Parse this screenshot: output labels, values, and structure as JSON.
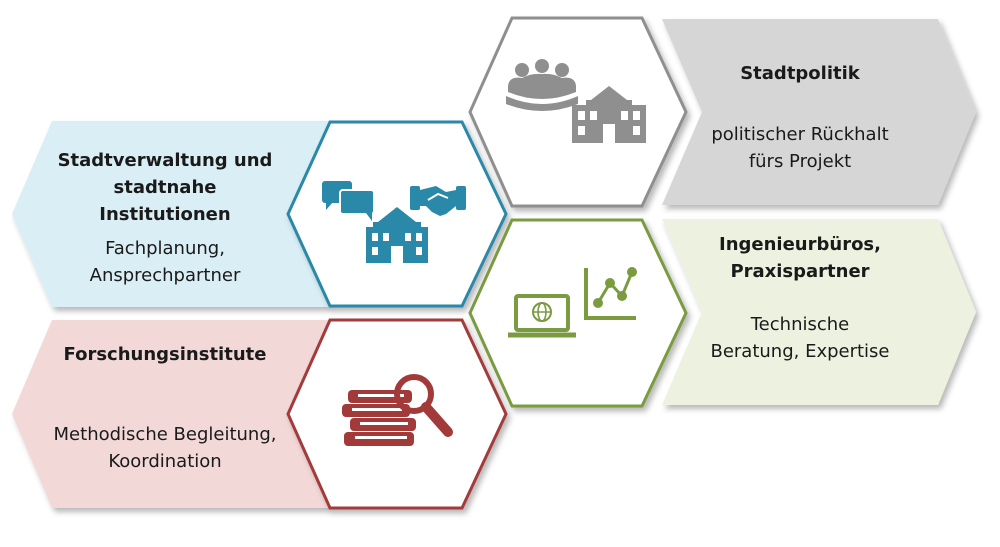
{
  "colors": {
    "politik": "#8f8f8f",
    "politik_fill": "#d6d6d6",
    "verwaltung": "#2a88a8",
    "verwaltung_fill": "#daeef6",
    "ingenieur": "#7a9b40",
    "ingenieur_fill": "#edf2e0",
    "forschung": "#a33a3a",
    "forschung_fill": "#f3d8d8"
  },
  "groups": {
    "politik": {
      "title": "Stadtpolitik",
      "description": "politischer Rückhalt\nfürs Projekt",
      "icons": [
        "meeting-icon",
        "building-icon"
      ]
    },
    "verwaltung": {
      "title": "Stadtverwaltung und\nstadtnahe\nInstitutionen",
      "description": "Fachplanung,\nAnsprechpartner",
      "icons": [
        "chat-bubbles-icon",
        "handshake-icon",
        "building-icon"
      ]
    },
    "ingenieur": {
      "title": "Ingenieurbüros,\nPraxispartner",
      "description": "Technische\nBeratung, Expertise",
      "icons": [
        "laptop-globe-icon",
        "line-chart-icon"
      ]
    },
    "forschung": {
      "title": "Forschungsinstitute",
      "description": "Methodische Begleitung,\nKoordination",
      "icons": [
        "books-icon",
        "magnifier-icon"
      ]
    }
  }
}
